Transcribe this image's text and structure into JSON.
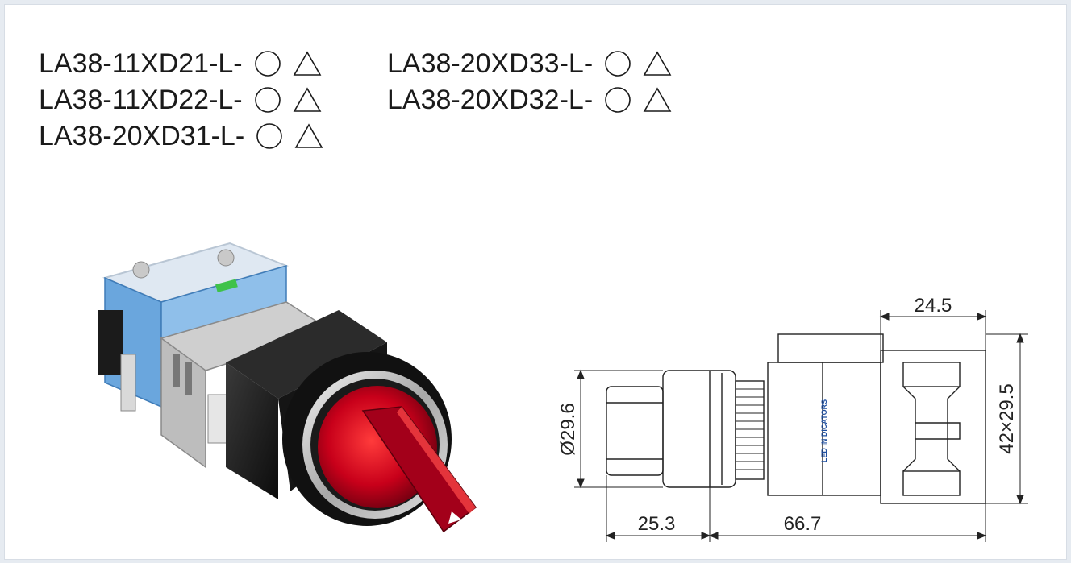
{
  "models": [
    {
      "code": "LA38-11XD21-L-"
    },
    {
      "code": "LA38-11XD22-L-"
    },
    {
      "code": "LA38-20XD31-L-"
    },
    {
      "code": "LA38-20XD33-L-"
    },
    {
      "code": "LA38-20XD32-L-"
    }
  ],
  "symbols": {
    "circle": "circle-symbol",
    "triangle": "triangle-symbol"
  },
  "photo": {
    "label": "selector switch photo"
  },
  "drawing": {
    "dimensions": {
      "top": "24.5",
      "diameter": "Ø29.6",
      "right": "42×29.5",
      "bottom_left": "25.3",
      "bottom_right": "66.7"
    },
    "led_text": "LED IN DICATORS"
  },
  "colors": {
    "accent_red": "#c8001a",
    "housing_blue": "#6aa6dd",
    "housing_black": "#1b1b1b"
  }
}
